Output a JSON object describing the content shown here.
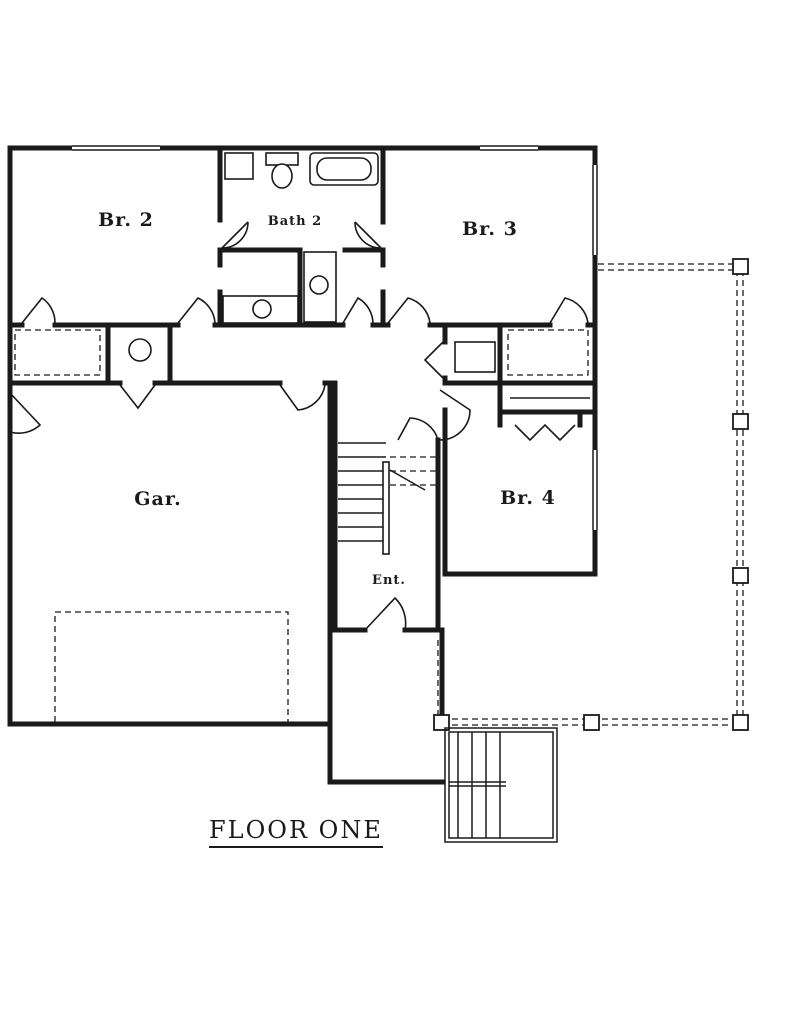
{
  "title": "FLOOR ONE",
  "rooms": {
    "bedroom_2": "Br. 2",
    "bathroom_2": "Bath 2",
    "bedroom_3": "Br. 3",
    "bedroom_4": "Br. 4",
    "garage": "Gar.",
    "entry": "Ent."
  }
}
